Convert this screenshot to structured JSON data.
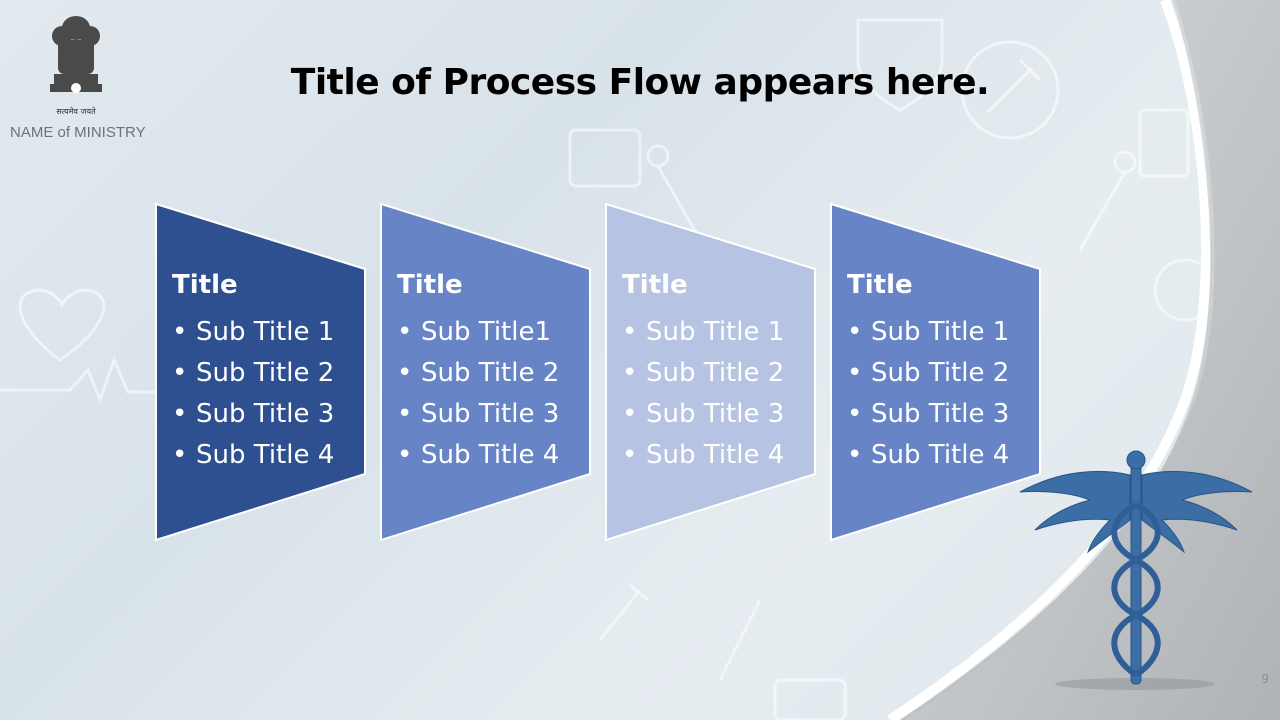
{
  "header": {
    "emblem_motto": "सत्यमेव जयते",
    "ministry": "NAME of MINISTRY",
    "title": "Title of Process Flow appears here."
  },
  "steps": [
    {
      "title": "Title",
      "items": [
        "Sub Title 1",
        "Sub Title 2",
        "Sub Title 3",
        "Sub Title 4"
      ],
      "color": "#2e5090"
    },
    {
      "title": "Title",
      "items": [
        "Sub Title1",
        "Sub Title 2",
        "Sub Title 3",
        "Sub Title 4"
      ],
      "color": "#6784c6"
    },
    {
      "title": "Title",
      "items": [
        "Sub Title 1",
        "Sub Title 2",
        "Sub Title 3",
        "Sub Title 4"
      ],
      "color": "#b6c3e2"
    },
    {
      "title": "Title",
      "items": [
        "Sub Title 1",
        "Sub Title 2",
        "Sub Title 3",
        "Sub Title 4"
      ],
      "color": "#6784c6"
    }
  ],
  "bullet": "•",
  "page_number": "9",
  "colors": {
    "caduceus": "#3b6ea5",
    "swoosh": "#ffffff",
    "corner": "#b9bcbf"
  }
}
